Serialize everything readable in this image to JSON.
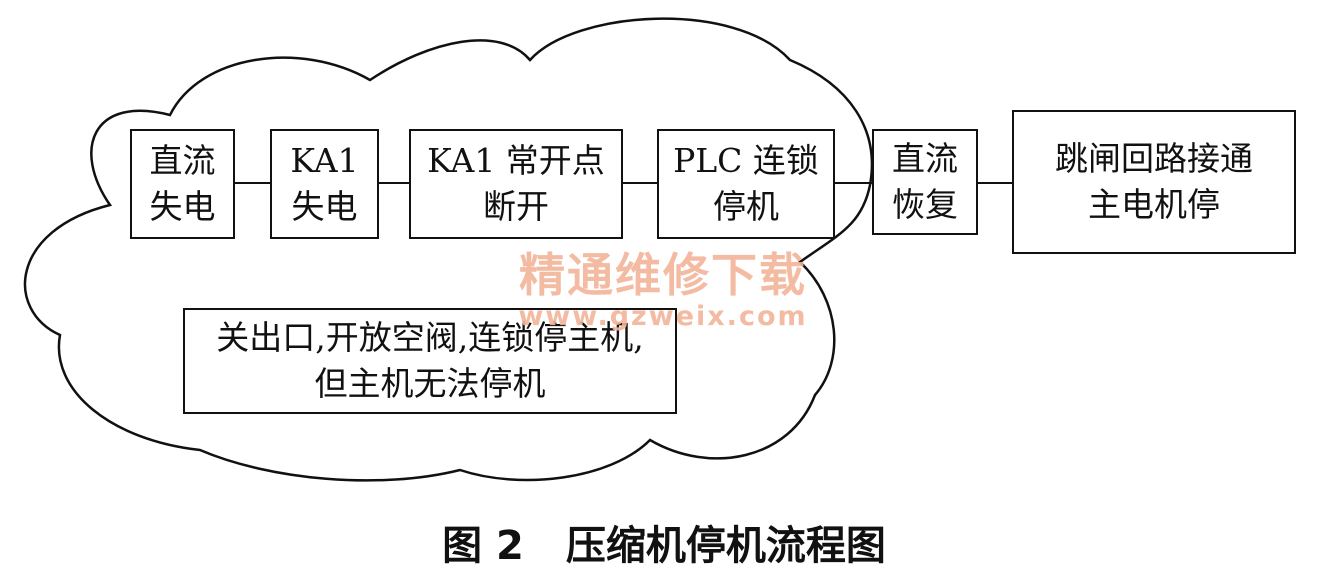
{
  "boxes": {
    "b1": [
      "直流",
      "失电"
    ],
    "b2": [
      "KA1",
      "失电"
    ],
    "b3": [
      "KA1 常开点",
      "断开"
    ],
    "b4": [
      "PLC 连锁",
      "停机"
    ],
    "b5": [
      "直流",
      "恢复"
    ],
    "b6": [
      "跳闸回路接通",
      "主电机停"
    ]
  },
  "note": [
    "关出口,开放空阀,连锁停主机,",
    "但主机无法停机"
  ],
  "watermark": {
    "text": "精通维修下载",
    "url": "www.gzweix.com"
  },
  "caption": {
    "number": "图 2",
    "title": "压缩机停机流程图"
  }
}
